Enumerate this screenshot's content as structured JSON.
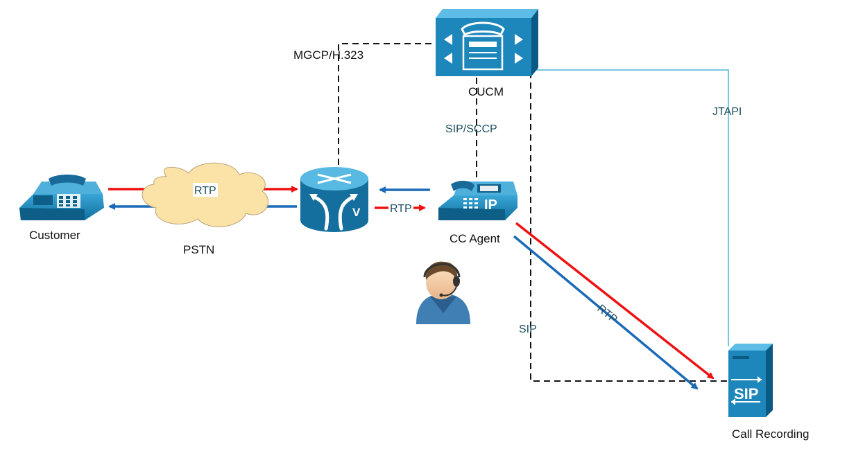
{
  "nodes": {
    "customer": {
      "label": "Customer"
    },
    "pstn": {
      "label": "PSTN"
    },
    "gateway": {
      "label": ""
    },
    "cucm": {
      "label": "CUCM"
    },
    "agent": {
      "label": "CC Agent"
    },
    "recorder": {
      "label": "Call Recording",
      "badge": "SIP"
    },
    "agent_phone_badge": "IP",
    "router_badge": "V"
  },
  "links": {
    "gateway_cucm": "MGCP/H.323",
    "phone_cucm": "SIP/SCCP",
    "cucm_recorder_jtapi": "JTAPI",
    "cucm_recorder_sip": "SIP",
    "customer_gateway_media": "RTP",
    "gateway_phone_media": "RTP",
    "phone_recorder_media": "RTP"
  },
  "colors": {
    "device_blue": "#1f86b8",
    "device_dark": "#0d5f88",
    "media_red": "#ee1111",
    "media_blue": "#1a6ab8",
    "jtapi_line": "#4bb3d8",
    "signaling_line": "#111111",
    "cloud_fill": "#fbe2a6"
  },
  "icons": [
    "desk-phone-icon",
    "cloud-icon",
    "voice-router-icon",
    "call-manager-icon",
    "ip-phone-icon",
    "agent-headset-icon",
    "sip-server-icon"
  ]
}
